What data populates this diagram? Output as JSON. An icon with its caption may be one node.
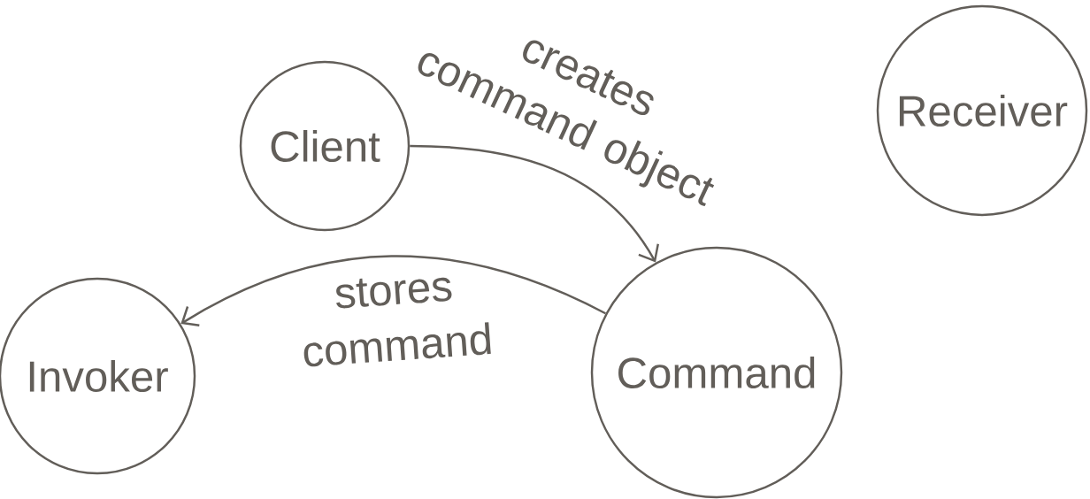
{
  "diagram": {
    "nodes": [
      {
        "text": [
          "Client"
        ]
      },
      {
        "text": [
          "Receiver"
        ]
      },
      {
        "text": [
          "Invoker"
        ]
      },
      {
        "text": [
          "Command"
        ]
      }
    ],
    "edges": [
      {
        "from": 0,
        "to": 3,
        "arrow": "to",
        "label": "creates command object"
      },
      {
        "from": 3,
        "to": 2,
        "arrow": "to",
        "label": "stores command"
      }
    ]
  }
}
